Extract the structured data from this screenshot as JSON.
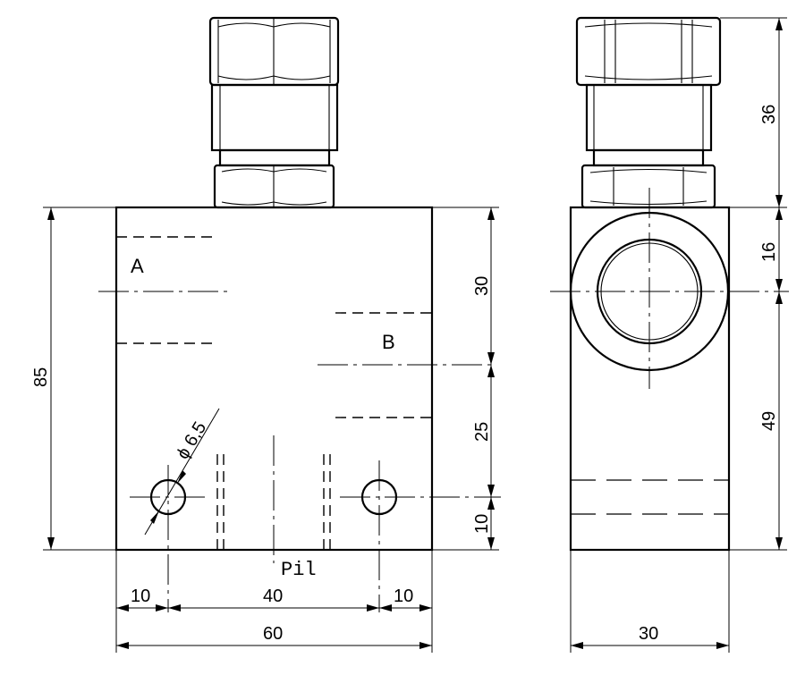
{
  "front_view": {
    "port_a": "A",
    "port_b": "B",
    "port_pilot": "Pil",
    "hole_diameter": "ϕ 6,5",
    "dims": {
      "height_total": "85",
      "a_offset": "30",
      "b_offset": "25",
      "bottom_offset": "10",
      "left_10": "10",
      "center_40": "40",
      "right_10": "10",
      "width_60": "60"
    }
  },
  "side_view": {
    "dims": {
      "cap_36": "36",
      "port_16": "16",
      "lower_49": "49",
      "width_30": "30"
    }
  }
}
